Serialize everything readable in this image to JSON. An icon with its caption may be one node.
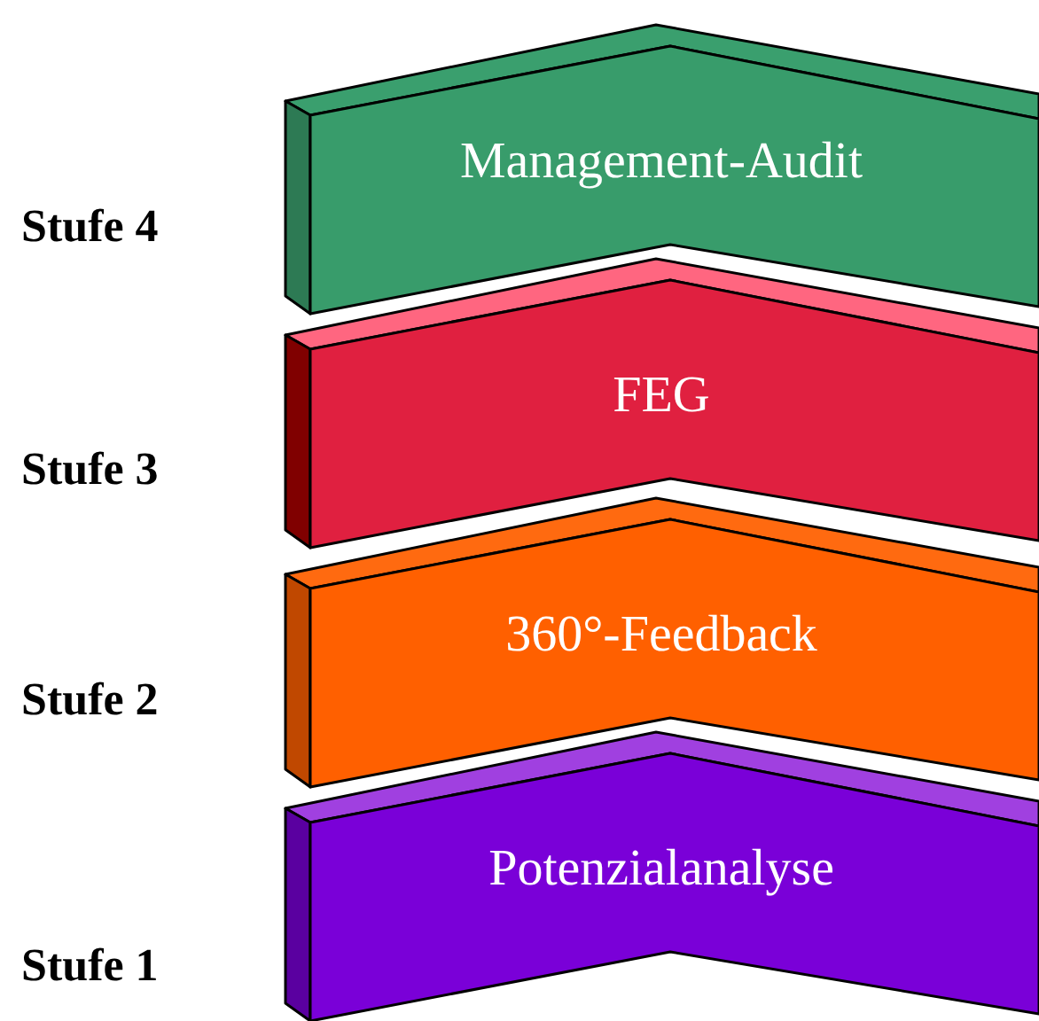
{
  "diagram": {
    "nodes": [
      {
        "text": [
          "Management-Audit"
        ],
        "beside": [
          "Stufe 4"
        ]
      },
      {
        "text": [
          "FEG"
        ],
        "beside": [
          "Stufe 3"
        ]
      },
      {
        "text": [
          "360°-Feedback"
        ],
        "beside": [
          "Stufe 2"
        ]
      },
      {
        "text": [
          "Potenzialanalyse"
        ],
        "beside": [
          "Stufe 1"
        ]
      }
    ]
  }
}
